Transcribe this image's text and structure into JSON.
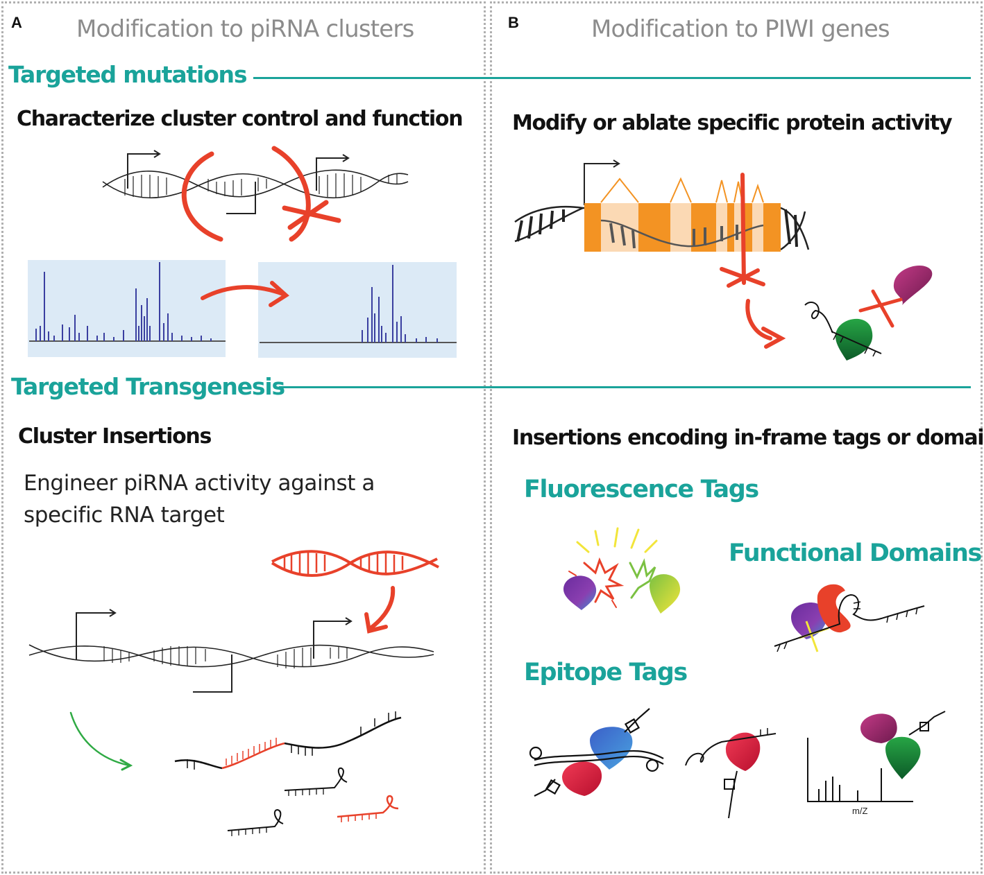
{
  "panels": {
    "a": {
      "letter": "A",
      "title": "Modification to piRNA clusters",
      "mutation_heading": "Characterize cluster control and function",
      "insertion_heading": "Cluster Insertions",
      "insertion_body_line1": "Engineer piRNA activity against a",
      "insertion_body_line2": "specific RNA target"
    },
    "b": {
      "letter": "B",
      "title": "Modification to PIWI genes",
      "mutation_heading": "Modify or ablate specific protein activity",
      "insertion_heading": "Insertions encoding in-frame tags or domains",
      "fluorescence_label": "Fluorescence Tags",
      "functional_label": "Functional Domains",
      "epitope_label": "Epitope Tags",
      "mass_spec_axis": "m/Z"
    }
  },
  "sections": {
    "targeted_mutations": "Targeted mutations",
    "targeted_transgenesis": "Targeted Transgenesis"
  },
  "colors": {
    "teal": "#1aa39a",
    "red": "#e8412a",
    "orange": "#f39323",
    "light_orange": "#fbd9b4",
    "green": "#1f8f3a",
    "magenta": "#a0246a",
    "track_bg": "#dceaf6",
    "track_bars": "#3a3fa0"
  }
}
